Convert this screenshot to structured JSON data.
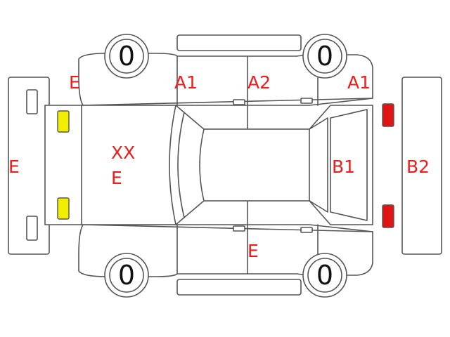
{
  "tires": {
    "front_left": "0",
    "rear_left": "0",
    "front_right": "0",
    "rear_right": "0"
  },
  "marks": {
    "front_bumper": "E",
    "left_front_fender": "E",
    "hood_line1": "XX",
    "hood_line2": "E",
    "left_front_door": "A1",
    "left_rear_door": "A2",
    "left_rear_fender": "A1",
    "tailgate": "B1",
    "rear_bumper": "B2",
    "right_rear_door": "E"
  },
  "colors": {
    "mark": "#ee1c1c",
    "outline": "#555555",
    "headlight": "#f2ee00",
    "taillight": "#e11414"
  }
}
